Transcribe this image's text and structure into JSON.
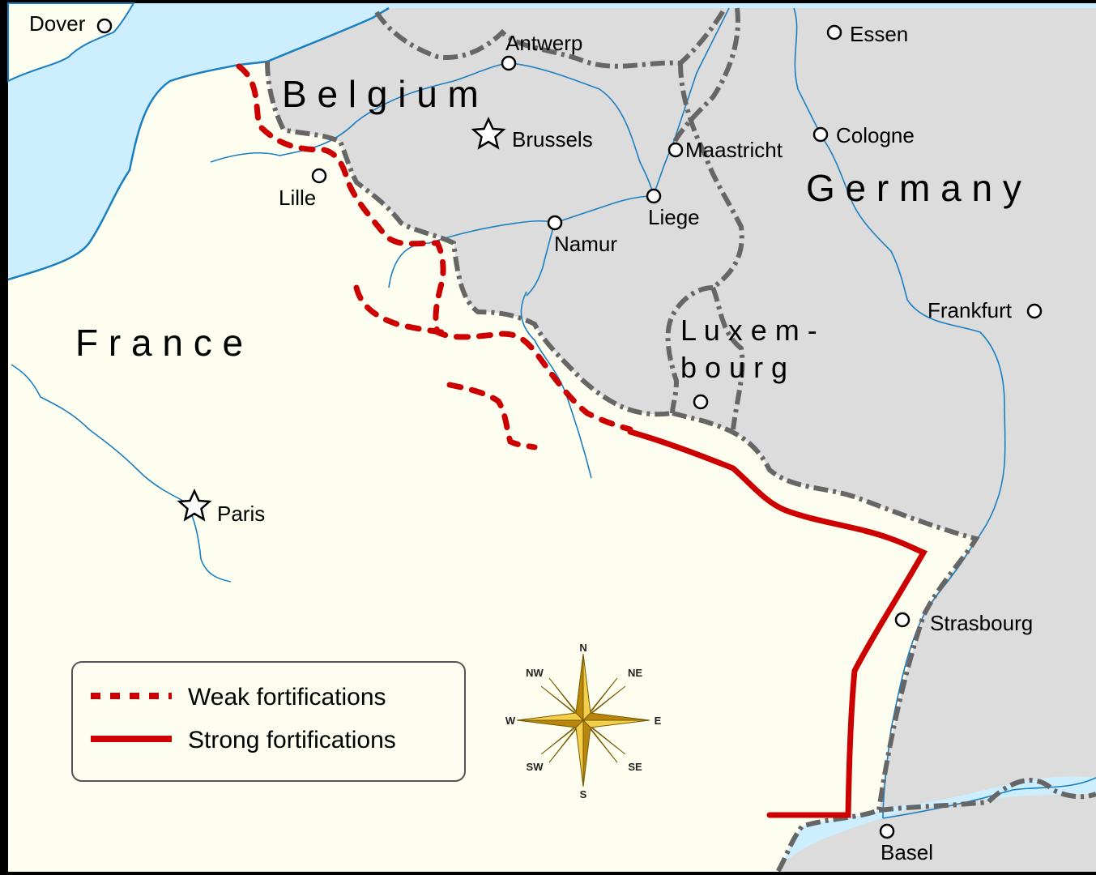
{
  "colors": {
    "sea": "#cdeefe",
    "france": "#fefef0",
    "neighbors": "#dcdcdc",
    "river": "#1a7fc1",
    "border": "#666666",
    "fortification": "#cc0000",
    "frame": "#000000"
  },
  "countries": {
    "belgium": "B e l g i u m",
    "germany": "G e r m a n y",
    "france": "F r a n c e",
    "luxembourg_line1": "L u x e m -",
    "luxembourg_line2": "b o u r g"
  },
  "cities": [
    {
      "id": "dover",
      "name": "Dover",
      "marker": "circle"
    },
    {
      "id": "antwerp",
      "name": "Antwerp",
      "marker": "circle"
    },
    {
      "id": "essen",
      "name": "Essen",
      "marker": "circle"
    },
    {
      "id": "brussels",
      "name": "Brussels",
      "marker": "star"
    },
    {
      "id": "cologne",
      "name": "Cologne",
      "marker": "circle"
    },
    {
      "id": "maastricht",
      "name": "Maastricht",
      "marker": "circle"
    },
    {
      "id": "lille",
      "name": "Lille",
      "marker": "circle"
    },
    {
      "id": "liege",
      "name": "Liege",
      "marker": "circle"
    },
    {
      "id": "namur",
      "name": "Namur",
      "marker": "circle"
    },
    {
      "id": "frankfurt",
      "name": "Frankfurt",
      "marker": "circle"
    },
    {
      "id": "luxembourg",
      "name": "",
      "marker": "circle"
    },
    {
      "id": "paris",
      "name": "Paris",
      "marker": "star"
    },
    {
      "id": "strasbourg",
      "name": "Strasbourg",
      "marker": "circle"
    },
    {
      "id": "basel",
      "name": "Basel",
      "marker": "circle"
    }
  ],
  "legend": {
    "weak": "Weak fortifications",
    "strong": "Strong fortifications"
  },
  "compass": {
    "n": "N",
    "ne": "NE",
    "e": "E",
    "se": "SE",
    "s": "S",
    "sw": "SW",
    "w": "W",
    "nw": "NW"
  }
}
